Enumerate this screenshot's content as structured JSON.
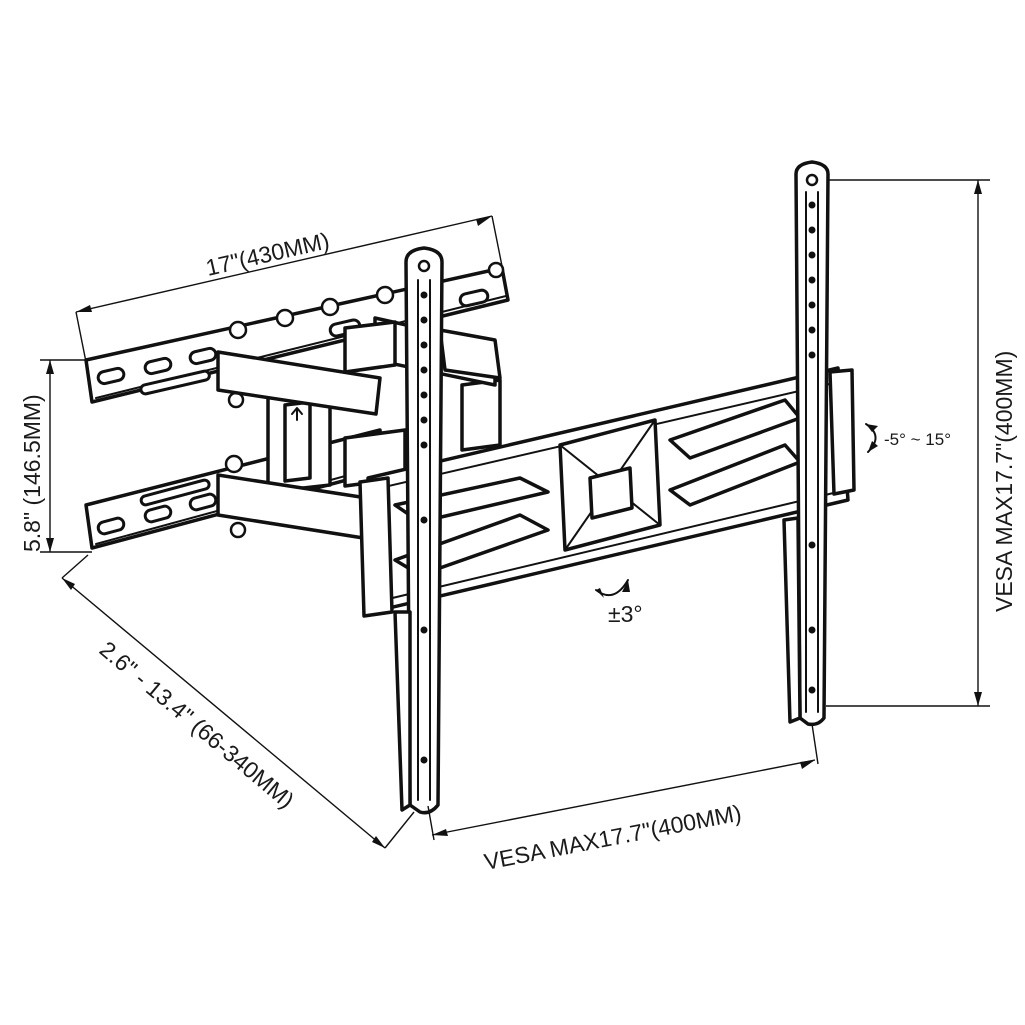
{
  "dimensions": {
    "wall_plate_width": "17\"(430MM)",
    "wall_plate_height": "5.8\" (146.5MM)",
    "extension_range": "2.6\" - 13.4\" (66-340MM)",
    "vesa_horizontal": "VESA MAX17.7\"(400MM)",
    "vesa_vertical": "VESA MAX17.7\"(400MM)"
  },
  "adjustments": {
    "tilt": "-5° ~ 15°",
    "rotation": "±3°"
  },
  "colors": {
    "ink": "#111111",
    "background": "#ffffff"
  }
}
